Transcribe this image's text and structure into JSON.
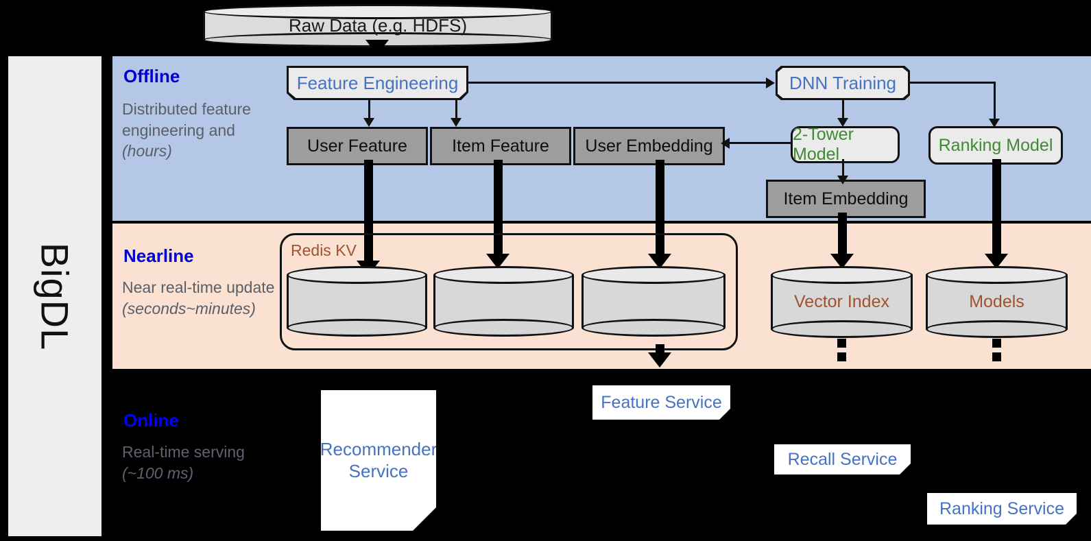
{
  "platform": {
    "name": "BigDL"
  },
  "pipeline": {
    "source": {
      "label": "Raw Data (e.g. HDFS)",
      "shape": "cylinder"
    }
  },
  "stages": [
    {
      "id": "offline",
      "title": "Offline",
      "description": "Distributed feature engineering and ",
      "description_em": "(hours)",
      "bg_color": "#b4c7e7",
      "title_color": "#0000d0"
    },
    {
      "id": "nearline",
      "title": "Nearline",
      "description": "Near real-time update ",
      "description_em": "(seconds~minutes)",
      "bg_color": "#fae1d2",
      "title_color": "#0000d0"
    },
    {
      "id": "online",
      "title": "Online",
      "description": "Real-time serving ",
      "description_em": "(~100 ms)",
      "bg_color": "#000000",
      "title_color": "#0000ff"
    }
  ],
  "offline": {
    "feature_engineering": {
      "label": "Feature Engineering",
      "color": "#4472c4"
    },
    "dnn_training": {
      "label": "DNN Training",
      "color": "#4472c4"
    },
    "two_tower_model": {
      "label": "2-Tower Model",
      "color": "#3f8a32"
    },
    "ranking_model": {
      "label": "Ranking Model",
      "color": "#3f8a32"
    },
    "user_feature": {
      "label": "User Feature"
    },
    "item_feature": {
      "label": "Item Feature"
    },
    "user_embedding": {
      "label": "User Embedding"
    },
    "item_embedding": {
      "label": "Item Embedding"
    }
  },
  "nearline": {
    "redis_kv": {
      "label": "Redis KV",
      "color": "#a0522d"
    },
    "stores": [
      {
        "label": ""
      },
      {
        "label": ""
      },
      {
        "label": ""
      }
    ],
    "vector_index": {
      "label": "Vector Index",
      "color": "#a0522d"
    },
    "models": {
      "label": "Models",
      "color": "#a0522d"
    }
  },
  "online": {
    "recommender_service": {
      "label": "Recommender Service",
      "color": "#4472c4"
    },
    "feature_service": {
      "label": "Feature Service",
      "color": "#4472c4"
    },
    "recall_service": {
      "label": "Recall Service",
      "color": "#4472c4"
    },
    "ranking_service": {
      "label": "Ranking Service",
      "color": "#4472c4"
    }
  },
  "colors": {
    "offline_bg": "#b4c7e7",
    "nearline_bg": "#fae1d2",
    "online_bg": "#000000",
    "gray_box": "#9d9d9d",
    "light_box": "#ebebeb",
    "accent_blue": "#4472c4",
    "accent_green": "#3f8a32",
    "accent_brown": "#a0522d",
    "stage_blue": "#0000d0"
  }
}
